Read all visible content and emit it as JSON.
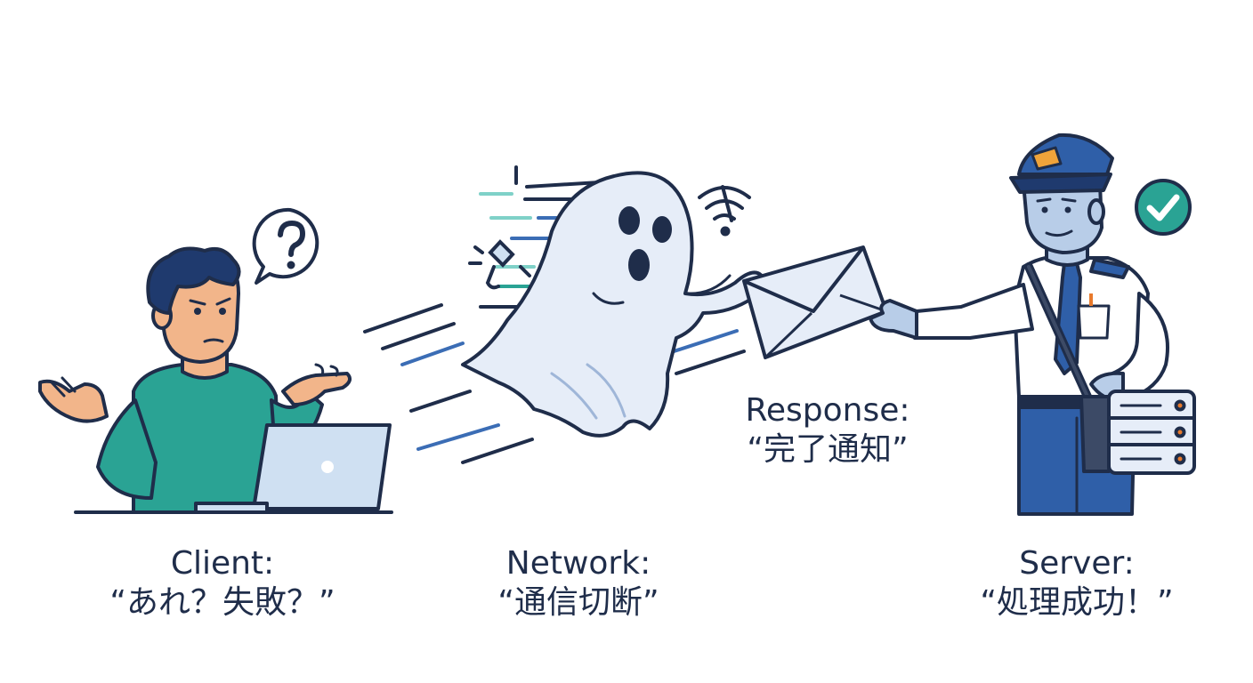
{
  "client": {
    "title": "Client:",
    "quote": "“あれ？失敗？”"
  },
  "network": {
    "title": "Network:",
    "quote": "“通信切断”"
  },
  "server": {
    "title": "Server:",
    "quote": "“処理成功！”"
  },
  "response": {
    "title": "Response:",
    "quote": "“完了通知”"
  },
  "icons": {
    "client_bubble": "question-mark-icon",
    "network_signal": "wifi-broken-icon",
    "server_status": "checkmark-icon"
  },
  "colors": {
    "outline": "#1f2d4a",
    "shirt": "#2aa394",
    "uniform": "#2f5fa8",
    "check": "#2aa394",
    "ghost": "#e6edf8"
  }
}
